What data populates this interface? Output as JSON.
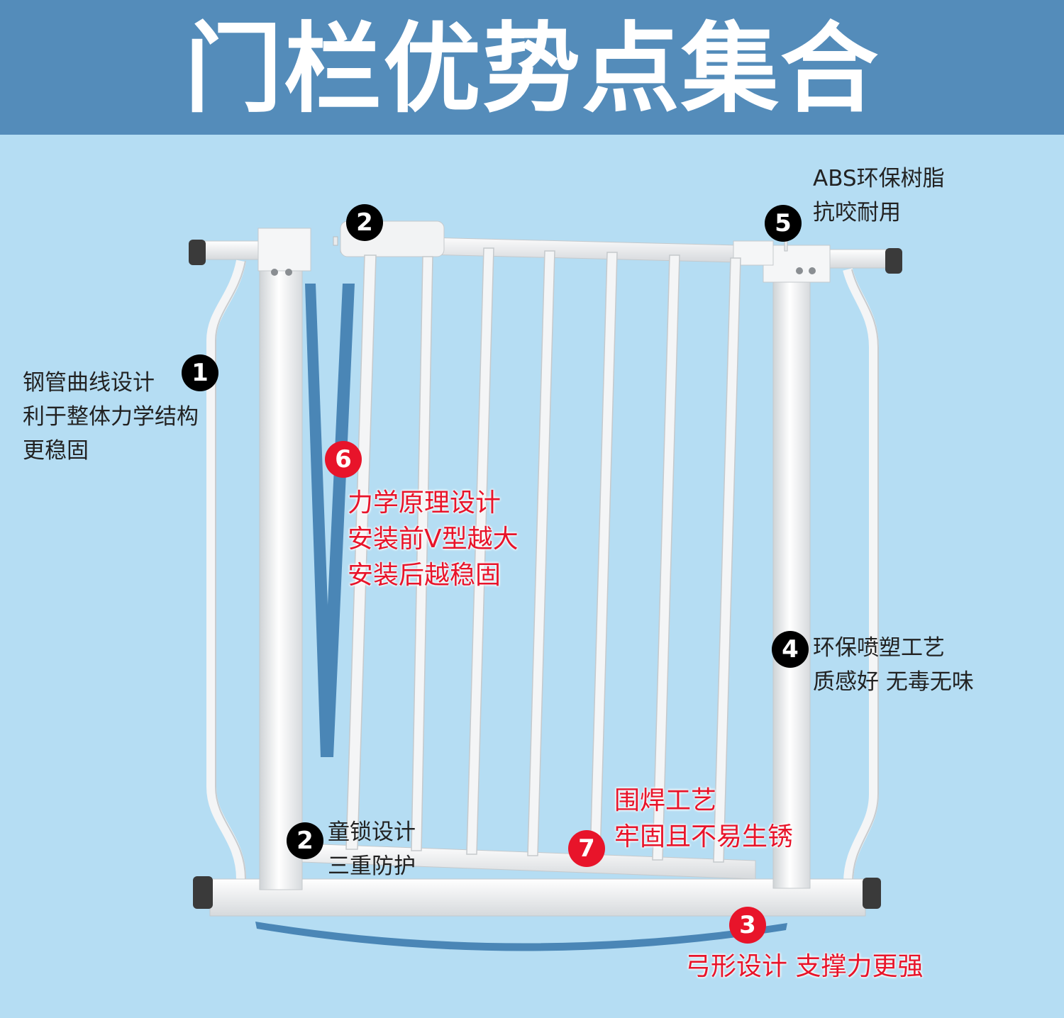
{
  "header": {
    "title": "门栏优势点集合"
  },
  "colors": {
    "header_bg": "#548cba",
    "background": "#b5ddf3",
    "accent_red": "#e8142a",
    "v_mark": "#4a86b6"
  },
  "callouts": [
    {
      "number": "1",
      "style": "black",
      "lines": [
        "钢管曲线设计",
        "利于整体力学结构",
        "更稳固"
      ]
    },
    {
      "number": "2",
      "style": "black",
      "lines": []
    },
    {
      "number": "2",
      "style": "black",
      "lines": [
        "童锁设计",
        "三重防护"
      ]
    },
    {
      "number": "3",
      "style": "red",
      "lines": [
        "弓形设计 支撑力更强"
      ]
    },
    {
      "number": "4",
      "style": "black",
      "lines": [
        "环保喷塑工艺",
        "质感好 无毒无味"
      ]
    },
    {
      "number": "5",
      "style": "black",
      "lines": [
        "ABS环保树脂",
        "抗咬耐用"
      ]
    },
    {
      "number": "6",
      "style": "red",
      "lines": [
        "力学原理设计",
        "安装前V型越大",
        "安装后越稳固"
      ]
    },
    {
      "number": "7",
      "style": "red",
      "lines": [
        "围焊工艺",
        "牢固且不易生锈"
      ]
    }
  ]
}
